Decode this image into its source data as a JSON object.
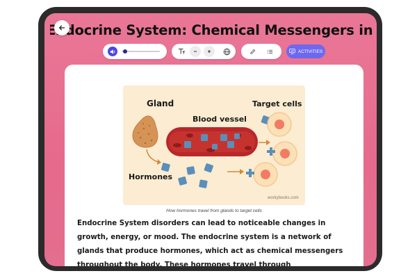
{
  "page": {
    "title": "Endocrine System: Chemical Messengers in the Body"
  },
  "toolbar": {
    "activities_label": "ACTIVITIES",
    "audio_progress": 0.05
  },
  "figure": {
    "labels": {
      "gland": "Gland",
      "blood_vessel": "Blood vessel",
      "target_cells": "Target cells",
      "hormones": "Hormones"
    },
    "credit": "workybooks.com",
    "caption": "How hormones travel from glands to target cells"
  },
  "body_text": "Endocrine System disorders can lead to noticeable changes in growth, energy, or mood. The endocrine system is a network of glands that produce hormones, which act as chemical messengers throughout the body. These hormones travel through",
  "colors": {
    "background_pink": "#e56a8c",
    "accent_purple": "#6e68f0",
    "play_blue": "#4f46e5",
    "figure_bg": "#fbecd2",
    "vessel_red": "#b8282a",
    "hormone_blue": "#5b8fb9"
  }
}
